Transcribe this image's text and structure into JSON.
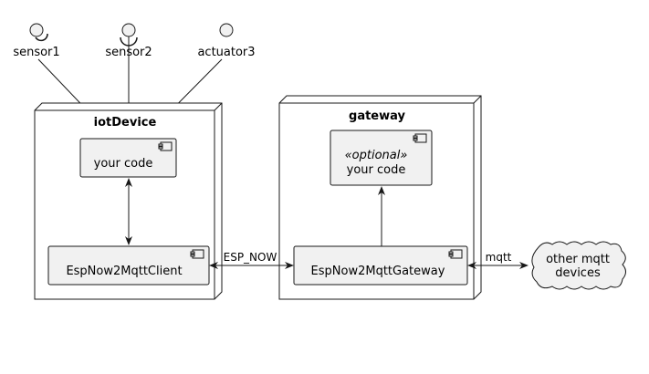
{
  "interfaces": [
    {
      "id": "sensor1",
      "label": "sensor1",
      "kind": "required"
    },
    {
      "id": "sensor2",
      "label": "sensor2",
      "kind": "required"
    },
    {
      "id": "actuator3",
      "label": "actuator3",
      "kind": "provided"
    }
  ],
  "nodes": [
    {
      "id": "iotDevice",
      "title": "iotDevice"
    },
    {
      "id": "gateway",
      "title": "gateway"
    }
  ],
  "components": [
    {
      "id": "your-code",
      "label": "your code",
      "stereotype": ""
    },
    {
      "id": "esp-client",
      "label": "EspNow2MqttClient",
      "stereotype": ""
    },
    {
      "id": "optional-code",
      "label": "your code",
      "stereotype": "«optional»"
    },
    {
      "id": "esp-gateway",
      "label": "EspNow2MqttGateway",
      "stereotype": ""
    }
  ],
  "cloud": {
    "line1": "other mqtt",
    "line2": "devices"
  },
  "links": {
    "esp_now": "ESP_NOW",
    "mqtt": "mqtt"
  },
  "colors": {
    "fill": "#f1f1f1",
    "stroke": "#181818",
    "line": "#181818",
    "background": "#ffffff"
  }
}
